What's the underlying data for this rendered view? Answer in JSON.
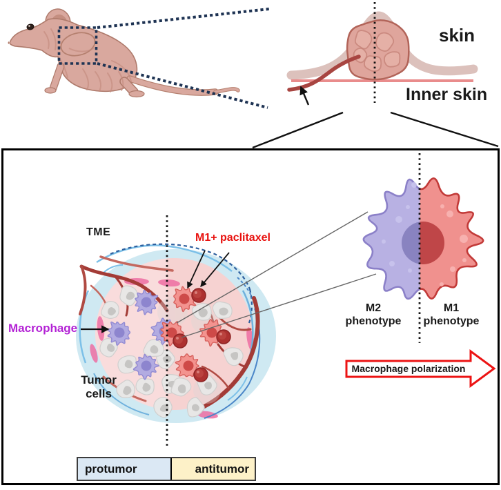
{
  "skin_panel": {
    "skin_label": "skin",
    "inner_skin_label": "Inner skin"
  },
  "tme_panel": {
    "tme_label": "TME",
    "m1_paclitaxel_label": "M1+ paclitaxel",
    "macrophage_label": "Macrophage",
    "tumor_cells_line1": "Tumor",
    "tumor_cells_line2": "cells",
    "legend": {
      "protumor_label": "protumor",
      "antitumor_label": "antitumor"
    }
  },
  "polarization_panel": {
    "m2_line1": "M2",
    "m2_line2": "phenotype",
    "m1_line1": "M1",
    "m1_line2": "phenotype",
    "arrow_label": "Macrophage polarization"
  },
  "icons": {
    "mouse": "nude-mouse-illustration",
    "biopsy_region": "dashed-selection-box",
    "tumor": "subcutaneous-tumor-lump",
    "tme_sphere": "tumor-microenvironment-sphere",
    "macrophage_cell": "m2-m1-half-macrophage-cell",
    "polarization_arrow": "right-arrow-outline"
  },
  "colors": {
    "label-red": "#e8100d",
    "label-magenta": "#b322d5",
    "protumor-blue": "#dbe8f4",
    "antitumor-yellow": "#fdf1c8",
    "arrow-red": "#ec1313",
    "navy-dots": "#1e3353"
  }
}
